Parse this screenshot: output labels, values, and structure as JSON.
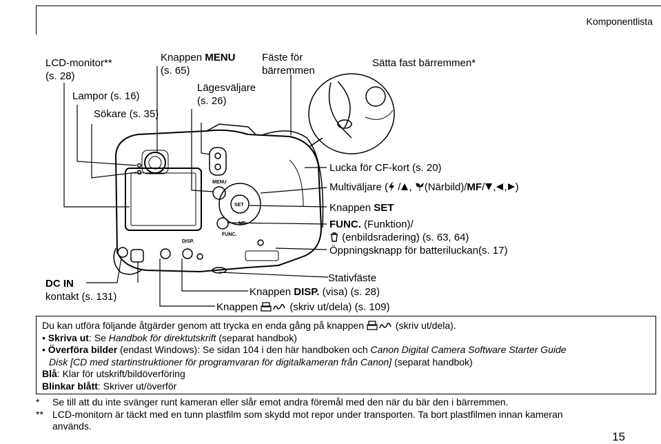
{
  "header": {
    "title": "Komponentlista"
  },
  "labels": {
    "lcd_l1": "LCD-monitor**",
    "lcd_l2": "(s. 28)",
    "menu_l1a": "Knappen ",
    "menu_l1b": "MENU",
    "menu_l2": "(s. 65)",
    "strap_l1": "Fäste för",
    "strap_l2": "bärremmen",
    "attach": "Sätta fast bärremmen*",
    "lamps": "Lampor (s. 16)",
    "mode_l1": "Lägesväljare",
    "mode_l2": "(s. 26)",
    "viewfinder": "Sökare (s. 35)",
    "cf": "Lucka för CF-kort (s. 20)",
    "multi_a": "Multiväljare (",
    "multi_b": " /",
    "multi_c": ", ",
    "multi_d": "(Närbild)/",
    "multi_e": "MF",
    "multi_f": "/",
    "multi_g": ",",
    "multi_h": ",",
    "multi_i": ")",
    "set_a": "Knappen ",
    "set_b": "SET",
    "func_a": "FUNC.",
    "func_b": " (Funktion)/",
    "func_c": "(enbildsradering) (s. 63, 64)",
    "battery": "Öppningsknapp för batteriluckan(s. 17)",
    "dcin_l1": "DC IN",
    "dcin_l2": "kontakt (s. 131)",
    "tripod": "Stativfäste",
    "disp_a": "Knappen ",
    "disp_b": "DISP.",
    "disp_c": " (visa) (s. 28)",
    "print_a": "Knappen ",
    "print_b": "(skriv ut/dela) (s. 109)"
  },
  "camera_marks": {
    "menu": "MENU",
    "disp": "DISP.",
    "set": "SET",
    "func": "FUNC.",
    "mf": "MF"
  },
  "box": {
    "intro_a": "Du kan utföra följande åtgärder genom att trycka en enda gång på knappen",
    "intro_b": "(skriv ut/dela).",
    "b1_bold": "Skriva ut",
    "b1_a": ": Se ",
    "b1_i": "Handbok för direktutskrift",
    "b1_b": " (separat handbok)",
    "b2_bold": "Överföra bilder",
    "b2_a": " (endast Windows): Se sidan 104 i den här handboken och ",
    "b2_i": "Canon Digital Camera Software Starter Guide",
    "b2_i2": "Disk [CD med startinstruktioner för programvaran för digitalkameran från Canon]",
    "b2_b": " (separat handbok)",
    "blue_bold": "Blå",
    "blue": ": Klar för utskrift/bildöverföring",
    "blink_bold": "Blinkar blått",
    "blink": ": Skriver ut/överför"
  },
  "notes": {
    "n1_mark": "*",
    "n1": "Se till att du inte svänger runt kameran eller slår emot andra föremål med den när du bär den i bärremmen.",
    "n2_mark": "**",
    "n2": "LCD-monitorn är täckt med en tunn plastfilm som skydd mot repor under transporten. Ta bort plastfilmen innan kameran används."
  },
  "page_number": "15"
}
